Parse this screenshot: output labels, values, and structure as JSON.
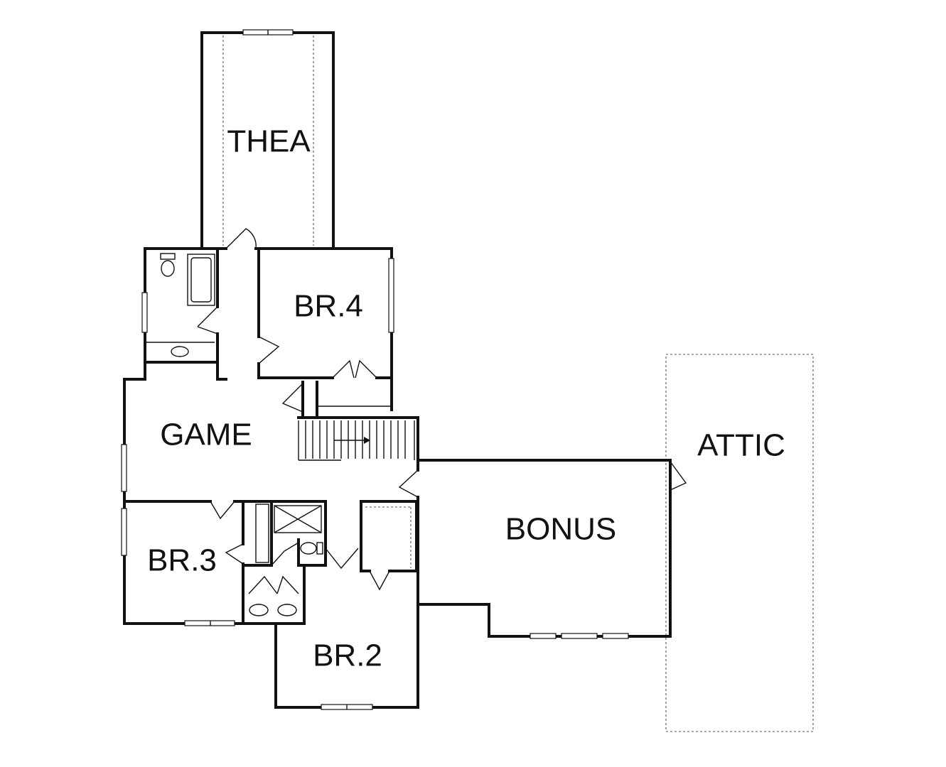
{
  "floor_plan": {
    "rooms": {
      "theater": "THEA",
      "br4": "BR.4",
      "game": "GAME",
      "attic": "ATTIC",
      "bonus": "BONUS",
      "br3": "BR.3",
      "br2": "BR.2"
    }
  }
}
